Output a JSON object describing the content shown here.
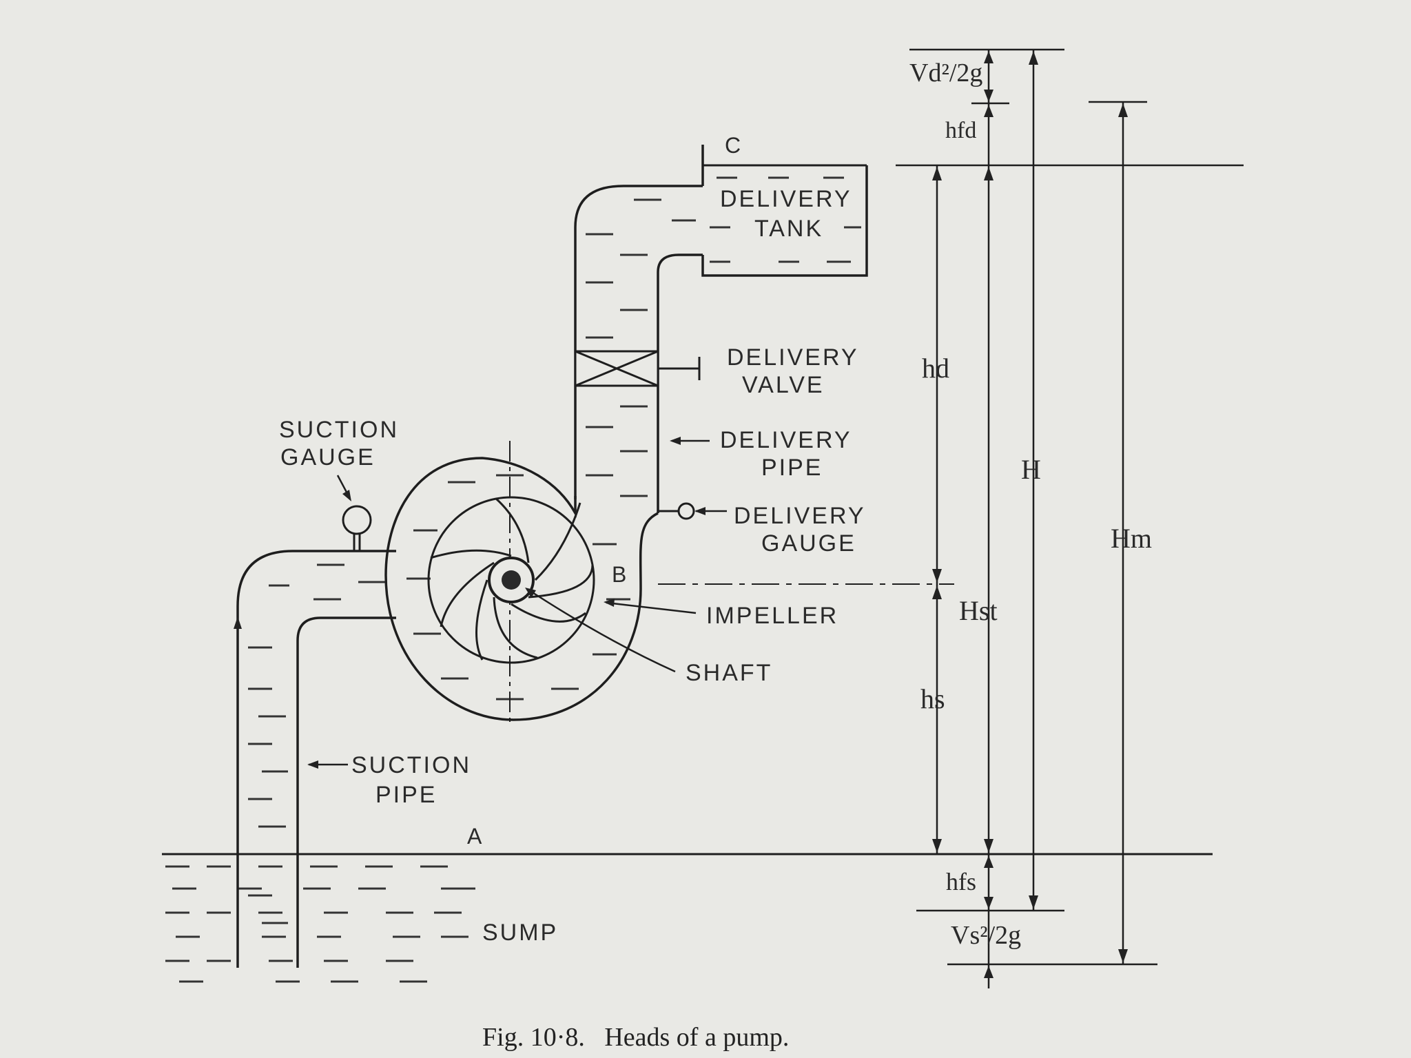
{
  "labels": {
    "point_c": "C",
    "delivery_tank": [
      "DELIVERY",
      "TANK"
    ],
    "delivery_valve": [
      "DELIVERY",
      "VALVE"
    ],
    "delivery_pipe": [
      "DELIVERY",
      "PIPE"
    ],
    "delivery_gauge": [
      "DELIVERY",
      "GAUGE"
    ],
    "suction_gauge": [
      "SUCTION",
      "GAUGE"
    ],
    "point_b": "B",
    "impeller": "IMPELLER",
    "shaft": "SHAFT",
    "suction_pipe": [
      "SUCTION",
      "PIPE"
    ],
    "point_a": "A",
    "sump": "SUMP"
  },
  "dimensions": {
    "vd_head": "Vd²/2g",
    "hfd": "hfd",
    "hd": "hd",
    "H": "H",
    "Hm": "Hm",
    "Hst": "Hst",
    "hs": "hs",
    "hfs": "hfs",
    "vs_head": "Vs²/2g"
  },
  "caption": "Fig. 10·8.   Heads of a pump."
}
